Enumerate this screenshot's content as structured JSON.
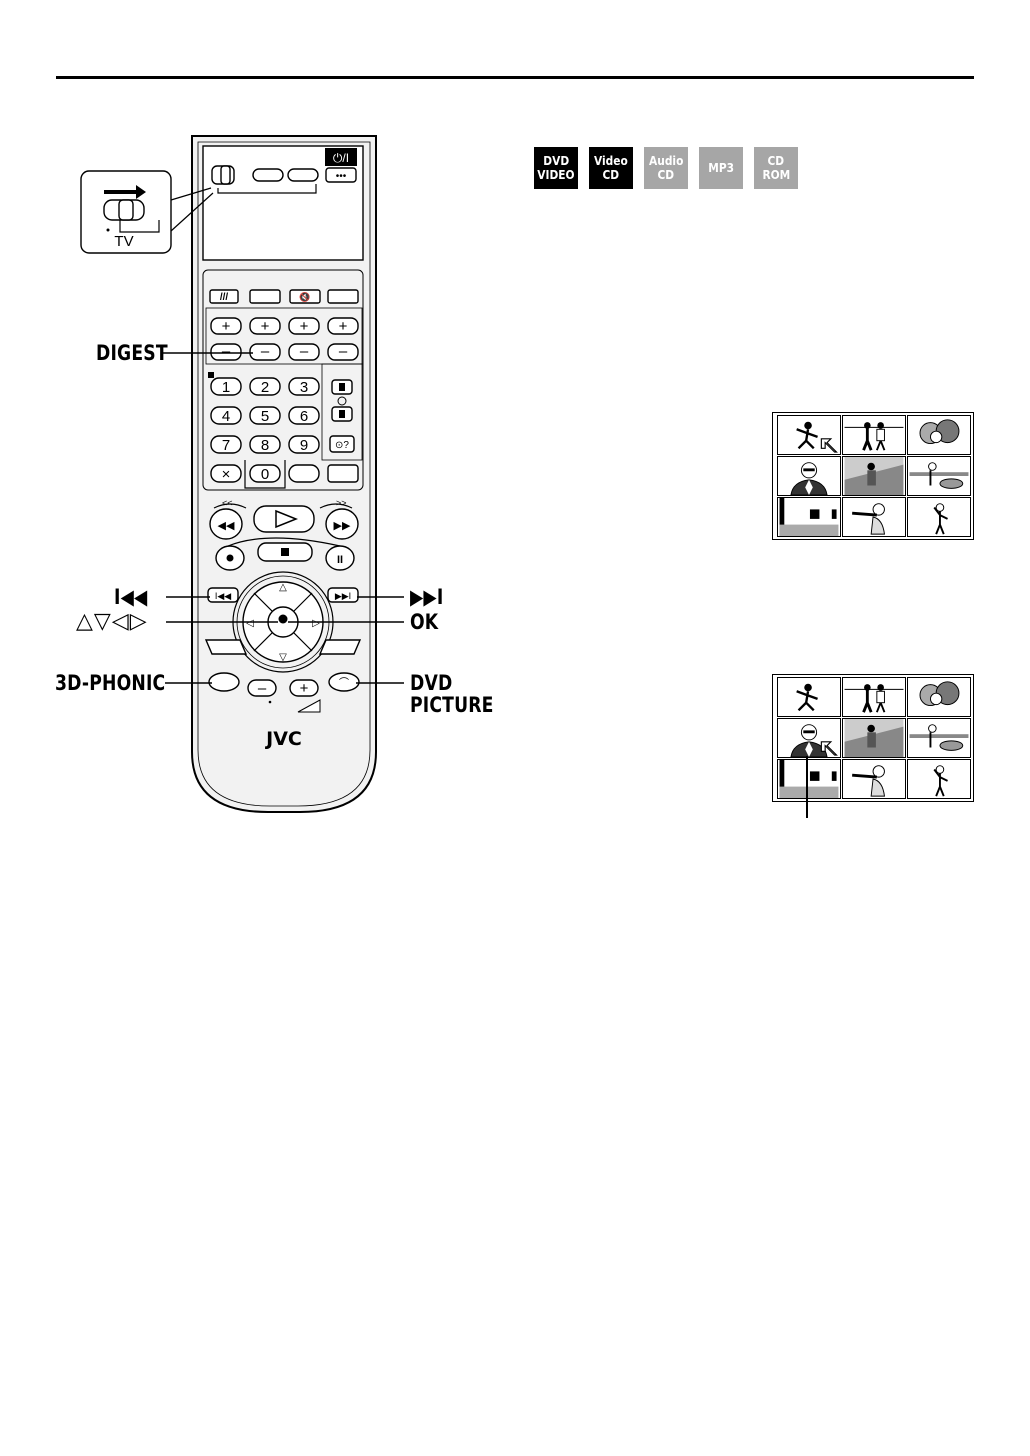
{
  "remote": {
    "brand": "JVC",
    "inset_label": "TV",
    "power_symbol": "⏻/I",
    "dots_button": "•••",
    "number_keys": [
      "1",
      "2",
      "3",
      "4",
      "5",
      "6",
      "7",
      "8",
      "9",
      "0"
    ],
    "cancel_key": "×"
  },
  "callouts": {
    "digest": "DIGEST",
    "skip_prev": "I◀◀",
    "arrows": "△▽◁▷",
    "three_d": "3D-PHONIC",
    "skip_next": "▶▶I",
    "ok": "OK",
    "dvd_line1": "DVD",
    "dvd_line2": "PICTURE"
  },
  "disc_badges": [
    {
      "line1": "DVD",
      "line2": "VIDEO",
      "active": true
    },
    {
      "line1": "Video",
      "line2": "CD",
      "active": true
    },
    {
      "line1": "Audio",
      "line2": "CD",
      "active": false
    },
    {
      "line1": "MP3",
      "line2": "",
      "active": false
    },
    {
      "line1": "CD",
      "line2": "ROM",
      "active": false
    }
  ],
  "colors": {
    "active_badge": "#000000",
    "inactive_badge": "#a6a6a6",
    "remote_body": "#f2f2f2"
  },
  "digest_grids": [
    {
      "selected_thumbnail": 1,
      "of": 9
    },
    {
      "selected_thumbnail": 4,
      "of": 9
    }
  ]
}
